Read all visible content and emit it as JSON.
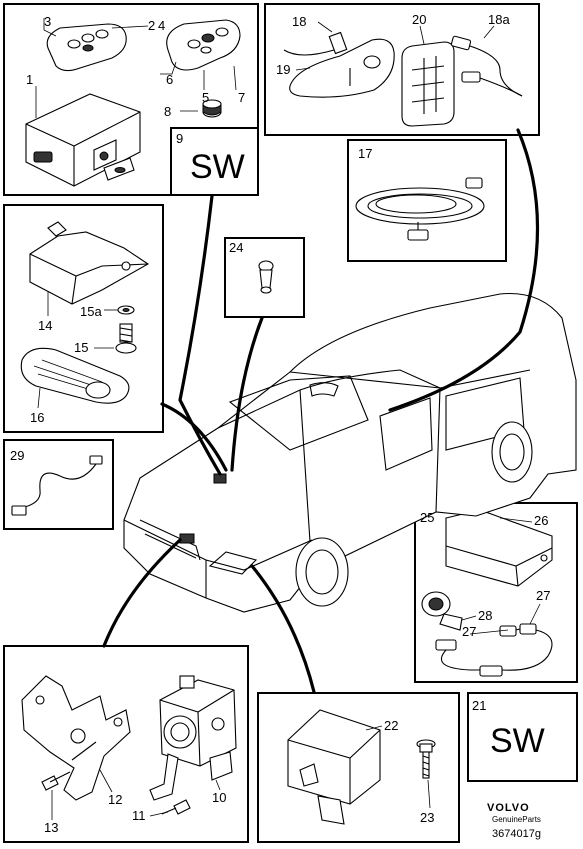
{
  "callouts": {
    "c3": "3",
    "c2": "2",
    "c4": "4",
    "c1": "1",
    "c6": "6",
    "c5": "5",
    "c7": "7",
    "c8": "8",
    "c9": "9",
    "c18": "18",
    "c20": "20",
    "c18a": "18a",
    "c19": "19",
    "c17": "17",
    "c24": "24",
    "c14": "14",
    "c15a": "15a",
    "c15": "15",
    "c16": "16",
    "c29": "29",
    "c25": "25",
    "c26": "26",
    "c28": "28",
    "c27a": "27",
    "c27b": "27",
    "c13": "13",
    "c12": "12",
    "c11": "11",
    "c10": "10",
    "c21": "21",
    "c22": "22",
    "c23": "23"
  },
  "sw_boxes": {
    "box9": "SW",
    "box21": "SW"
  },
  "footer": {
    "brand": "VOLVO",
    "brand_sub": "GenuineParts",
    "part_number": "3674017g"
  }
}
